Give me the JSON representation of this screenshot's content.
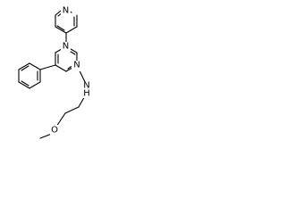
{
  "diagram": {
    "atom_labels": {
      "pyridine_n": "N",
      "pyrimidine_n_top": "N",
      "pyrimidine_n_right": "N",
      "amine_n": "N",
      "amine_h": "H",
      "ether_o": "O"
    },
    "colors": {
      "bond": "#000000",
      "text": "#000000",
      "background": "#ffffff"
    }
  }
}
